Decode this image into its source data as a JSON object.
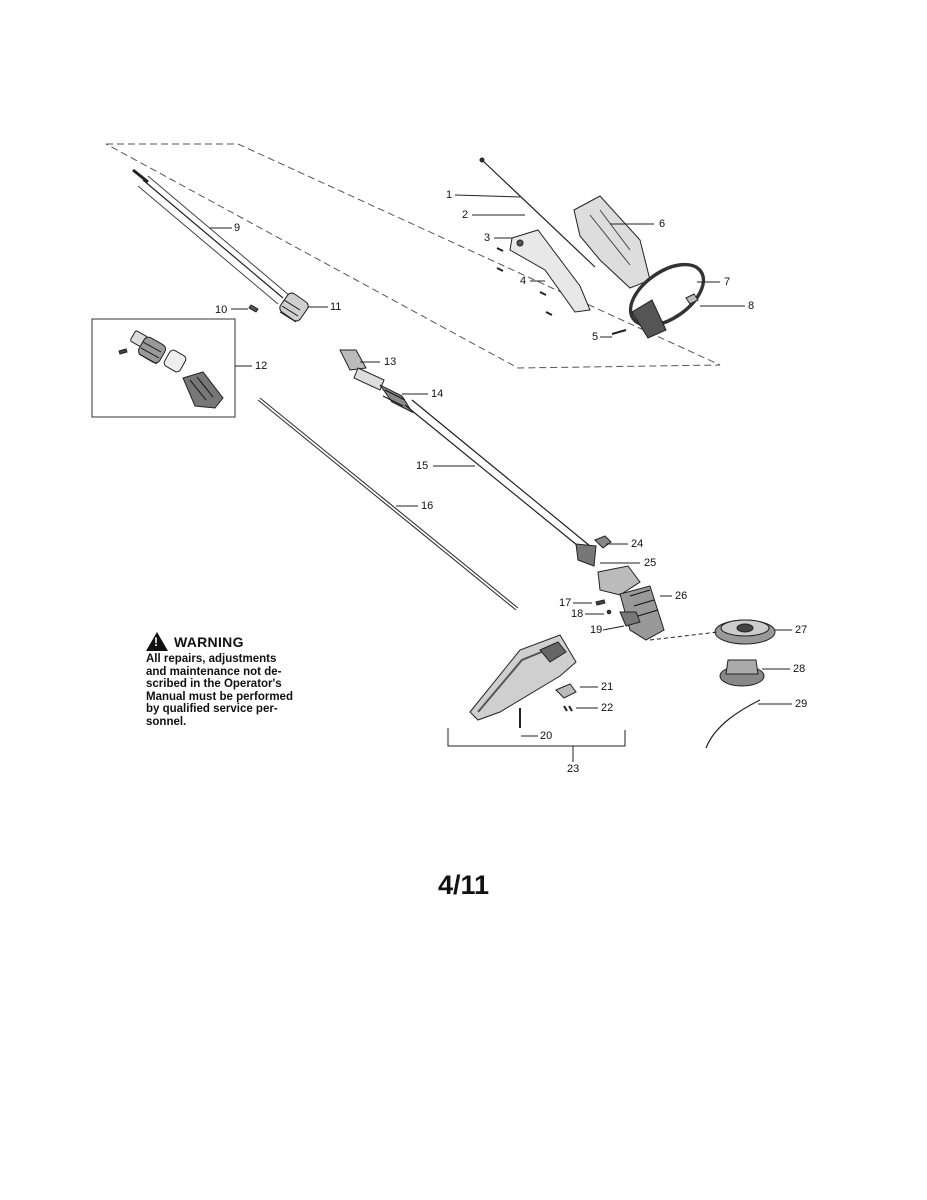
{
  "parts": [
    {
      "id": "part-1",
      "label": "1"
    },
    {
      "id": "part-2",
      "label": "2"
    },
    {
      "id": "part-3",
      "label": "3"
    },
    {
      "id": "part-4",
      "label": "4"
    },
    {
      "id": "part-5",
      "label": "5"
    },
    {
      "id": "part-6",
      "label": "6"
    },
    {
      "id": "part-7",
      "label": "7"
    },
    {
      "id": "part-8",
      "label": "8"
    },
    {
      "id": "part-9",
      "label": "9"
    },
    {
      "id": "part-10",
      "label": "10"
    },
    {
      "id": "part-11",
      "label": "11"
    },
    {
      "id": "part-12",
      "label": "12"
    },
    {
      "id": "part-13",
      "label": "13"
    },
    {
      "id": "part-14",
      "label": "14"
    },
    {
      "id": "part-15",
      "label": "15"
    },
    {
      "id": "part-16",
      "label": "16"
    },
    {
      "id": "part-17",
      "label": "17"
    },
    {
      "id": "part-18",
      "label": "18"
    },
    {
      "id": "part-19",
      "label": "19"
    },
    {
      "id": "part-20",
      "label": "20"
    },
    {
      "id": "part-21",
      "label": "21"
    },
    {
      "id": "part-22",
      "label": "22"
    },
    {
      "id": "part-23",
      "label": "23"
    },
    {
      "id": "part-24",
      "label": "24"
    },
    {
      "id": "part-25",
      "label": "25"
    },
    {
      "id": "part-26",
      "label": "26"
    },
    {
      "id": "part-27",
      "label": "27"
    },
    {
      "id": "part-28",
      "label": "28"
    },
    {
      "id": "part-29",
      "label": "29"
    }
  ],
  "warning": {
    "title": "WARNING",
    "icon": "warning-triangle-icon",
    "lines": [
      "All repairs, adjustments",
      "and maintenance not de-",
      "scribed in the Operator's",
      "Manual must be performed",
      "by qualified service per-",
      "sonnel."
    ]
  },
  "page_number": "4/11"
}
